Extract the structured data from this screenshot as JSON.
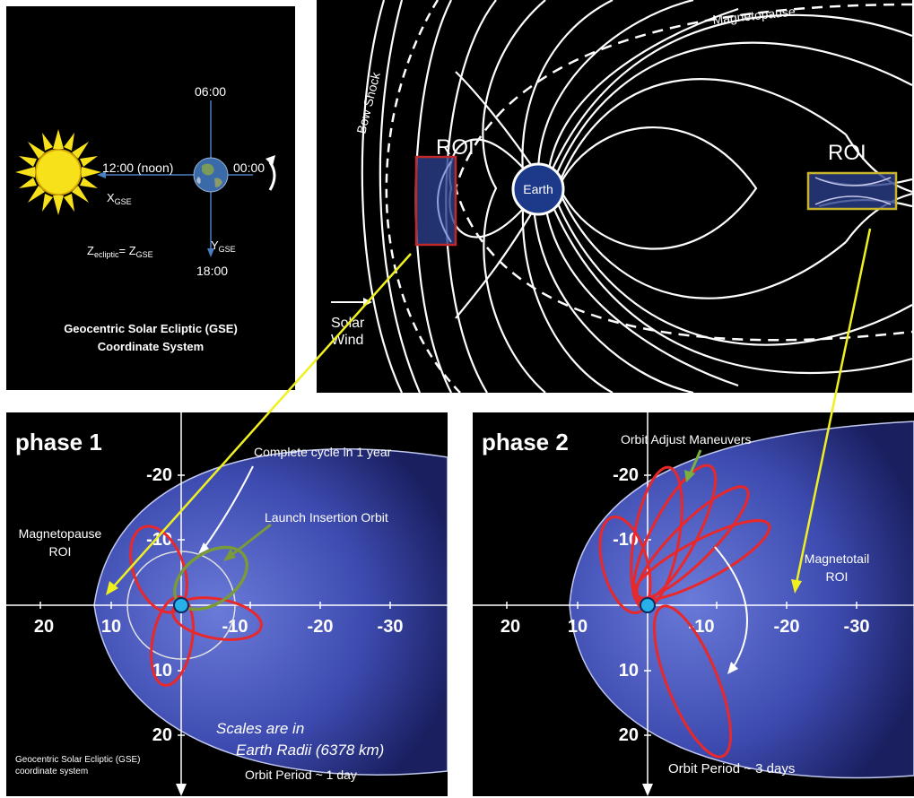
{
  "gse_panel": {
    "times": {
      "top": "06:00",
      "noon": "12:00 (noon)",
      "midnight": "00:00",
      "bottom": "18:00"
    },
    "x_axis": {
      "main": "X",
      "sub": "GSE"
    },
    "y_axis": {
      "main": "Y",
      "sub": "GSE"
    },
    "z_relation": {
      "z_main": "Z",
      "z_sub": "ecliptic",
      "eq": "= ",
      "z2_main": "Z",
      "z2_sub": "GSE"
    },
    "caption_line1": "Geocentric Solar Ecliptic (GSE)",
    "caption_line2": "Coordinate System",
    "colors": {
      "sun": "#f7e11a",
      "earth": "#3a6aa8",
      "axis": "#4a7fc0"
    }
  },
  "magneto_panel": {
    "magnetopause": "Magnetopause",
    "bow_shock": "Bow Shock",
    "roi_left": "ROI",
    "roi_right": "ROI",
    "earth": "Earth",
    "solar_wind_line1": "Solar",
    "solar_wind_line2": "Wind",
    "colors": {
      "roi_left_border": "#c0282a",
      "roi_right_border": "#c8b42a",
      "earth_fill": "#1d3a8a",
      "roi_fill": "#2a3f8a"
    }
  },
  "phase1": {
    "title": "phase 1",
    "x_ticks": [
      "20",
      "10",
      "-10",
      "-20",
      "-30"
    ],
    "y_ticks": [
      "-20",
      "-10",
      "10",
      "20"
    ],
    "label_cycle": "Complete cycle in 1 year",
    "label_launch": "Launch Insertion Orbit",
    "label_roi_line1": "Magnetopause",
    "label_roi_line2": "ROI",
    "scales_line1": "Scales are in",
    "scales_line2": "Earth Radii (6378 km)",
    "period": "Orbit Period ~ 1 day",
    "coord_line1": "Geocentric Solar Ecliptic (GSE)",
    "coord_line2": "coordinate system",
    "colors": {
      "orbit": "#e8282a",
      "launch": "#7a9a3a",
      "region": "#3d4bb0"
    }
  },
  "phase2": {
    "title": "phase 2",
    "x_ticks": [
      "20",
      "10",
      "-10",
      "-20",
      "-30"
    ],
    "y_ticks": [
      "-20",
      "-10",
      "10",
      "20"
    ],
    "label_maneuvers": "Orbit Adjust Maneuvers",
    "label_roi_line1": "Magnetotail",
    "label_roi_line2": "ROI",
    "period": "Orbit Period ~ 3 days",
    "colors": {
      "orbit": "#e8282a",
      "arrow": "#7ab040"
    }
  },
  "connector_color": "#f0f020"
}
